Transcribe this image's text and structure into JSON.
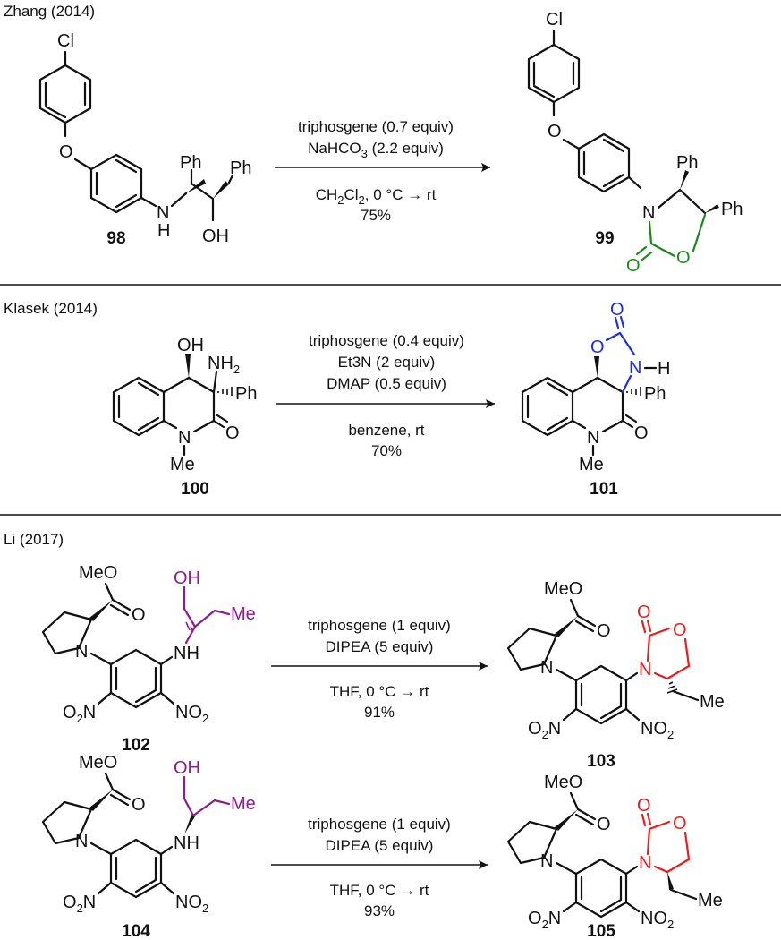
{
  "sections": [
    {
      "ref": "Zhang (2014)",
      "reactant_num": "98",
      "product_num": "99",
      "conditions_above": [
        "triphosgene (0.7 equiv)",
        "NaHCO3 (2.2 equiv)"
      ],
      "conditions_below": [
        "CH2Cl2, 0 °C → rt",
        "75%"
      ],
      "ring_color": "#1a8a1a"
    },
    {
      "ref": "Klasek (2014)",
      "reactant_num": "100",
      "product_num": "101",
      "conditions_above": [
        "triphosgene (0.4 equiv)",
        "Et3N (2 equiv)",
        "DMAP (0.5 equiv)"
      ],
      "conditions_below": [
        "benzene, rt",
        "70%"
      ],
      "ring_color": "#1d2fe0"
    },
    {
      "ref": "Li (2017)",
      "reactions": [
        {
          "reactant_num": "102",
          "product_num": "103",
          "conditions_above": [
            "triphosgene (1 equiv)",
            "DIPEA (5 equiv)"
          ],
          "conditions_below": [
            "THF, 0 °C → rt",
            "91%"
          ]
        },
        {
          "reactant_num": "104",
          "product_num": "105",
          "conditions_above": [
            "triphosgene (1 equiv)",
            "DIPEA (5 equiv)"
          ],
          "conditions_below": [
            "THF, 0 °C → rt",
            "93%"
          ]
        }
      ],
      "ring_color": "#e61e1e",
      "side_chain_color": "#8a1e8c"
    }
  ],
  "atoms": {
    "cl": "Cl",
    "o": "O",
    "n": "N",
    "h": "H",
    "nh": "NH",
    "oh": "OH",
    "ph": "Ph",
    "me": "Me",
    "meo": "MeO",
    "nh2": "NH2",
    "no2": "NO2",
    "o2n": "O2N"
  }
}
